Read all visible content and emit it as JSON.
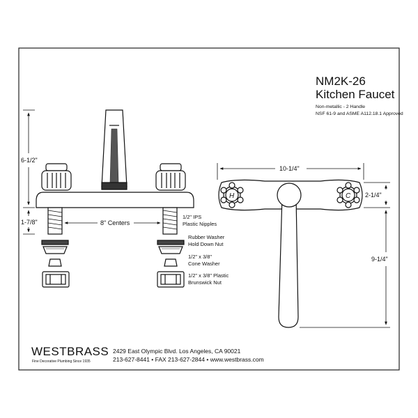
{
  "title": {
    "model": "NM2K-26",
    "product": "Kitchen Faucet",
    "subtitle1": "Non-metallic - 2 Handle",
    "subtitle2": "NSF 61-9 and ASME A112.18.1 Approved"
  },
  "dimensions": {
    "height": "6-1/2\"",
    "shank": "1-7/8\"",
    "centers": "8\" Centers",
    "width": "10-1/4\"",
    "depth": "2-1/4\"",
    "spout": "9-1/4\""
  },
  "callouts": {
    "nipples_l1": "1/2\" IPS",
    "nipples_l2": "Plastic Nipples",
    "washer_l1": "Rubber Washer",
    "washer_l2": "Hold Down Nut",
    "cone_l1": "1/2\" x 3/8\"",
    "cone_l2": "Cone Washer",
    "nut_l1": "1/2\" x 3/8\" Plastic",
    "nut_l2": "Brunswick Nut"
  },
  "handle_marks": {
    "hot": "H",
    "cold": "C"
  },
  "footer": {
    "brand": "WESTBRASS",
    "tagline": "Fine Decorative Plumbing Since 1935",
    "address": "2429 East Olympic Blvd. Los Angeles, CA  90021",
    "contact": "213-627-8441 • FAX 213-627-2844 • www.westbrass.com"
  },
  "colors": {
    "line": "#111111",
    "frame": "#222222"
  }
}
